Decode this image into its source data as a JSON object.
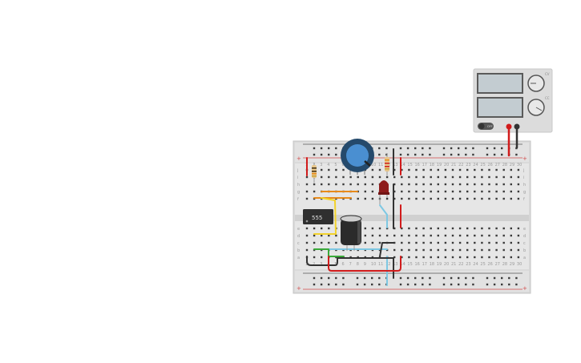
{
  "workspace": {
    "background": "#ffffff"
  },
  "power_supply": {
    "knob_label_top": "CV",
    "knob_label_bottom": "CC",
    "button_label": "OFF",
    "output_label": "",
    "display_color": "#c3ccd1"
  },
  "breadboard": {
    "row_letters_top": [
      "j",
      "i",
      "h",
      "g",
      "f"
    ],
    "row_letters_bottom": [
      "e",
      "d",
      "c",
      "b",
      "a"
    ],
    "column_count": 30,
    "rail_plus": "+",
    "rail_minus": "-"
  },
  "components": {
    "timer_ic_label": "555",
    "potentiometer_color": "#4a8fd1",
    "led_color": "#8e1b1b",
    "capacitor_color": "#2b2b2b"
  },
  "colors": {
    "wire_red": "#d11b1b",
    "wire_black": "#333333",
    "wire_orange": "#e88a1a",
    "wire_yellow": "#f2d22a",
    "wire_green": "#3aa93a",
    "wire_lightblue": "#7ec8e3"
  }
}
